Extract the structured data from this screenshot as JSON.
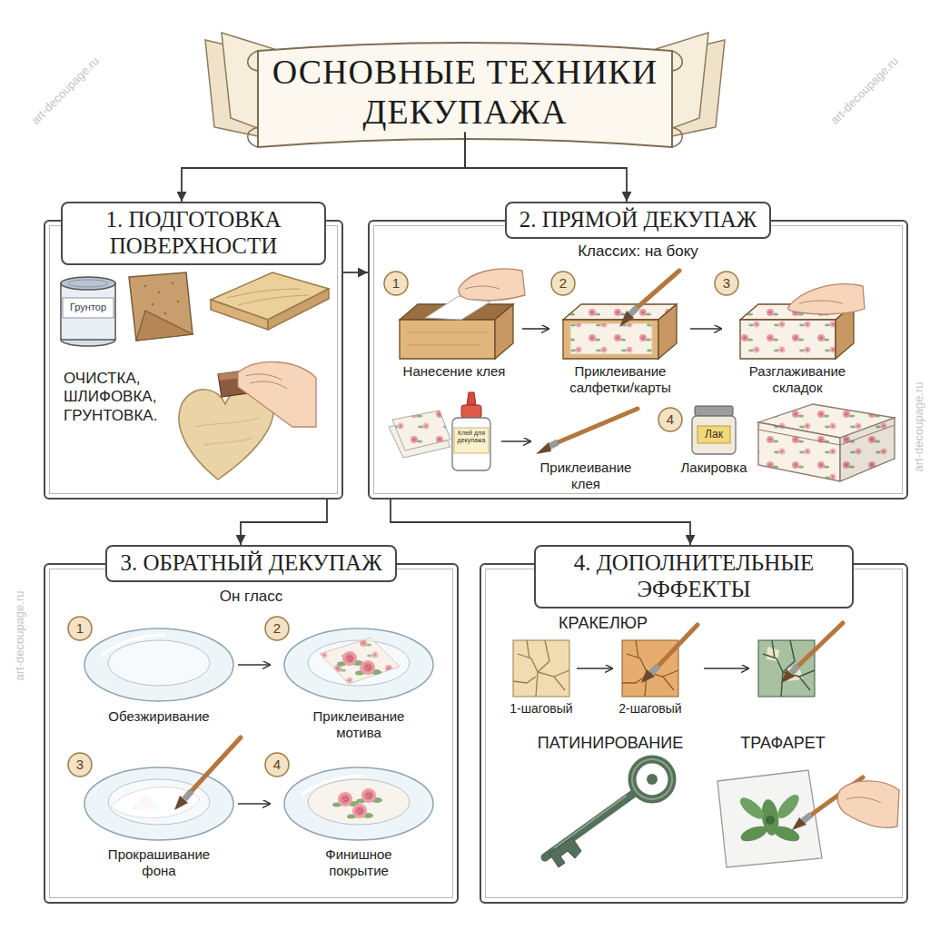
{
  "diagram": {
    "nodes": [
      {
        "text": [
          "ОСНОВНЫЕ ТЕХНИКИ ДЕКУПАЖА"
        ]
      },
      {
        "text": [
          "1. ПОДГОТОВКА ПОВЕРХНОСТИ",
          "ОЧИСТКА, ШЛИФОВКА, ГРУНТОВКА."
        ]
      },
      {
        "text": [
          "2. ПРЯМОЙ ДЕКУПАЖ",
          "Классих: на боку"
        ]
      },
      {
        "text": [
          "3. ОБРАТНЫЙ ДЕКУПАЖ",
          "Он гласс"
        ]
      },
      {
        "text": [
          "4. ДОПОЛНИТЕЛЬНЫЕ ЭФФЕКТЫ"
        ]
      }
    ],
    "edges": [
      {
        "from": 0,
        "to": 1,
        "arrow": "to"
      },
      {
        "from": 0,
        "to": 2,
        "arrow": "to"
      },
      {
        "from": 1,
        "to": 2,
        "arrow": "to"
      },
      {
        "from": 1,
        "to": 3,
        "arrow": "to"
      },
      {
        "from": 2,
        "to": 4,
        "arrow": "to"
      }
    ],
    "labels": [
      "Грунтор",
      "1",
      "Нанесение клея",
      "2",
      "Приклеивание салфетки/карты",
      "3",
      "Разглаживание складок",
      "Клей для декупажа",
      "Приклеивание клея",
      "4",
      "Лак",
      "Лакировка",
      "1",
      "Обезжиривание",
      "2",
      "Приклеивание мотива",
      "3",
      "Прокрашивание фона",
      "4",
      "Финишное покрытие",
      "КРАКЕЛЮР",
      "1-шаговый",
      "2-шаговый",
      "ПАТИНИРОВАНИЕ",
      "ТРАФАРЕТ",
      "art-decoupage.ru",
      "art-decoupage.ru",
      "art-decoupage.ru",
      "art-decoupage.ru"
    ]
  }
}
